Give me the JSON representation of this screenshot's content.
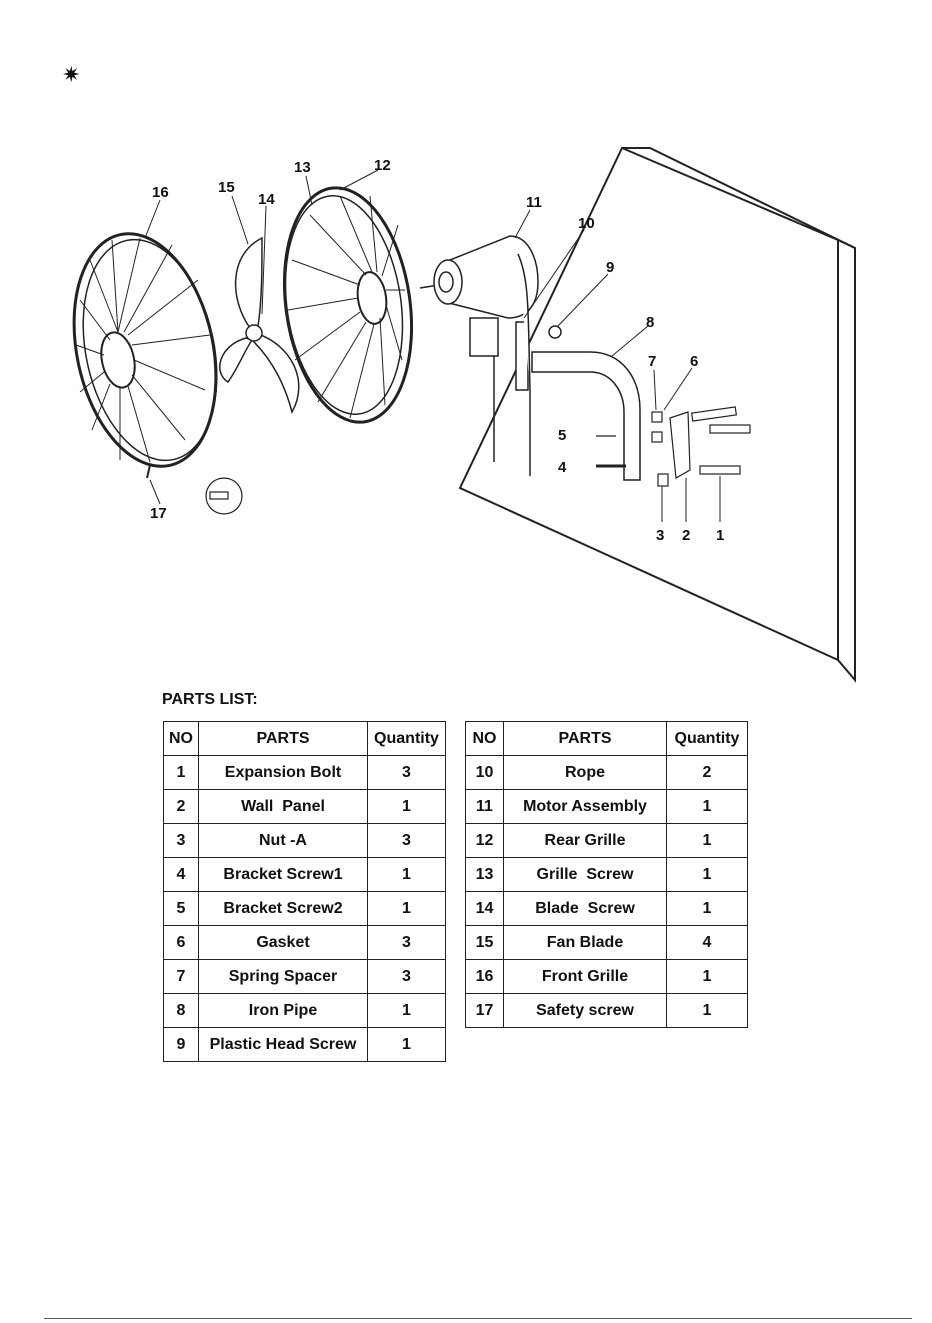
{
  "header": {
    "bullet_icon": "star-bullet-icon"
  },
  "callouts": [
    "16",
    "15",
    "14",
    "13",
    "12",
    "11",
    "10",
    "9",
    "8",
    "7",
    "6",
    "5",
    "4",
    "3",
    "2",
    "1",
    "17"
  ],
  "parts_list": {
    "title": "PARTS LIST:",
    "columns": {
      "no": "NO",
      "parts": "PARTS",
      "quantity": "Quantity"
    },
    "left": [
      {
        "no": "1",
        "part": "Expansion Bolt",
        "qty": "3"
      },
      {
        "no": "2",
        "part": "Wall  Panel",
        "qty": "1"
      },
      {
        "no": "3",
        "part": "Nut -A",
        "qty": "3"
      },
      {
        "no": "4",
        "part": "Bracket Screw1",
        "qty": "1"
      },
      {
        "no": "5",
        "part": "Bracket Screw2",
        "qty": "1"
      },
      {
        "no": "6",
        "part": "Gasket",
        "qty": "3"
      },
      {
        "no": "7",
        "part": "Spring Spacer",
        "qty": "3"
      },
      {
        "no": "8",
        "part": "Iron Pipe",
        "qty": "1"
      },
      {
        "no": "9",
        "part": "Plastic Head Screw",
        "qty": "1"
      }
    ],
    "right": [
      {
        "no": "10",
        "part": "Rope",
        "qty": "2"
      },
      {
        "no": "11",
        "part": "Motor Assembly",
        "qty": "1"
      },
      {
        "no": "12",
        "part": "Rear Grille",
        "qty": "1"
      },
      {
        "no": "13",
        "part": "Grille  Screw",
        "qty": "1"
      },
      {
        "no": "14",
        "part": "Blade  Screw",
        "qty": "1"
      },
      {
        "no": "15",
        "part": "Fan Blade",
        "qty": "4"
      },
      {
        "no": "16",
        "part": "Front Grille",
        "qty": "1"
      },
      {
        "no": "17",
        "part": "Safety screw",
        "qty": "1"
      }
    ]
  }
}
